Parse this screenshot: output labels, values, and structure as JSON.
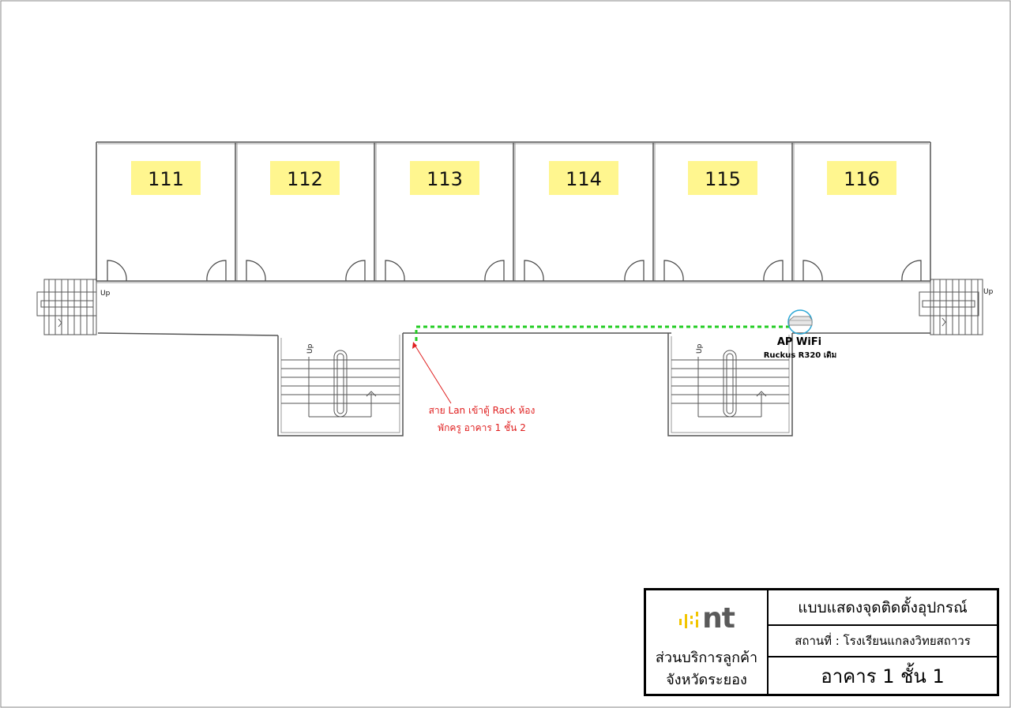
{
  "rooms": [
    "111",
    "112",
    "113",
    "114",
    "115",
    "116"
  ],
  "stairs": {
    "up_label": "Up"
  },
  "access_point": {
    "name": "AP WiFi",
    "model": "Ruckus R320 เดิม"
  },
  "cable_note": {
    "line1": "สาย Lan เข้าตู้ Rack ห้อง",
    "line2": "พักครู อาคาร 1 ชั้น 2"
  },
  "title_block": {
    "logo": "nt",
    "department_line1": "ส่วนบริการลูกค้า",
    "department_line2": "จังหวัดระยอง",
    "heading": "แบบแสดงจุดติดตั้งอุปกรณ์",
    "location": "สถานที่ : โรงเรียนแกลงวิทยสถาวร",
    "floor": "อาคาร 1 ชั้น 1"
  },
  "colors": {
    "room_label_bg": "#fff68f",
    "cable": "#22cc22",
    "annotation": "#e02020",
    "ap_circle": "#2aa7d6"
  }
}
